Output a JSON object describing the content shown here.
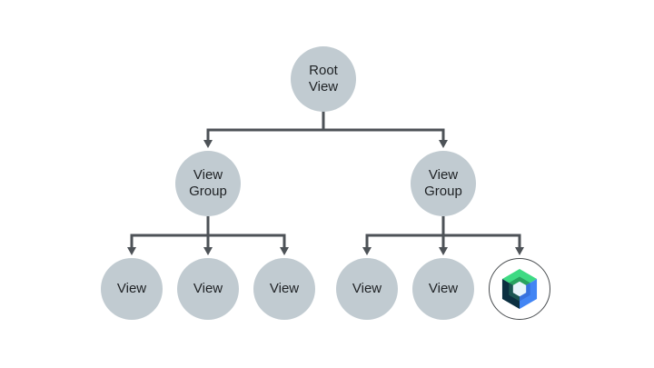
{
  "diagram": {
    "description": "View hierarchy tree diagram with a Jetpack Compose logo leaf node",
    "nodes": {
      "root": {
        "label": "Root View"
      },
      "left_group": {
        "label": "View Group"
      },
      "right_group": {
        "label": "View Group"
      },
      "left_leaves": [
        {
          "label": "View"
        },
        {
          "label": "View"
        },
        {
          "label": "View"
        }
      ],
      "right_leaves": [
        {
          "label": "View"
        },
        {
          "label": "View"
        }
      ],
      "compose": {
        "icon": "jetpack-compose-logo",
        "label": ""
      }
    },
    "edges": [
      {
        "from": "Root View",
        "to": "View Group (left)"
      },
      {
        "from": "Root View",
        "to": "View Group (right)"
      },
      {
        "from": "View Group (left)",
        "to": "View 1"
      },
      {
        "from": "View Group (left)",
        "to": "View 2"
      },
      {
        "from": "View Group (left)",
        "to": "View 3"
      },
      {
        "from": "View Group (right)",
        "to": "View 4"
      },
      {
        "from": "View Group (right)",
        "to": "View 5"
      },
      {
        "from": "View Group (right)",
        "to": "Jetpack Compose node"
      }
    ],
    "colors": {
      "background": "#ffffff",
      "node_fill": "#c1cbd1",
      "node_text": "#1e2124",
      "connector": "#4d5257",
      "compose_node_bg": "#ffffff",
      "compose_node_border": "#484c4f",
      "logo_green_light": "#3eda83",
      "logo_green_dark": "#28a25f",
      "logo_blue_light": "#4285f4",
      "logo_blue_dark": "#3671de",
      "logo_navy_dark": "#0b2f40",
      "logo_teal_inner": "#1a5551",
      "logo_center": "#e7f4fb"
    }
  }
}
